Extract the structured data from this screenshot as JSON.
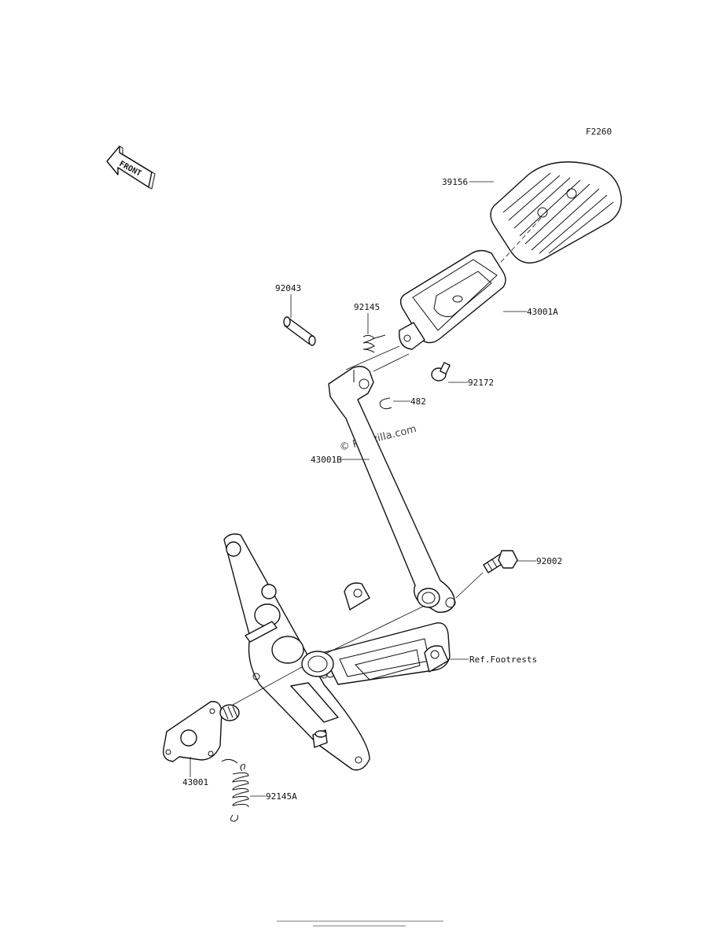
{
  "diagram_code": "F2260",
  "front_arrow_text": "FRONT",
  "watermark": "© Partzilla.com",
  "part_labels": {
    "p39156": "39156",
    "p92043": "92043",
    "p92145": "92145",
    "p43001A": "43001A",
    "p92172": "92172",
    "p482": "482",
    "p43001B": "43001B",
    "p92002": "92002",
    "ref_footrests": "Ref.Footrests",
    "p43001": "43001",
    "p92145A": "92145A"
  },
  "colors": {
    "line": "#111111",
    "background": "#ffffff"
  }
}
